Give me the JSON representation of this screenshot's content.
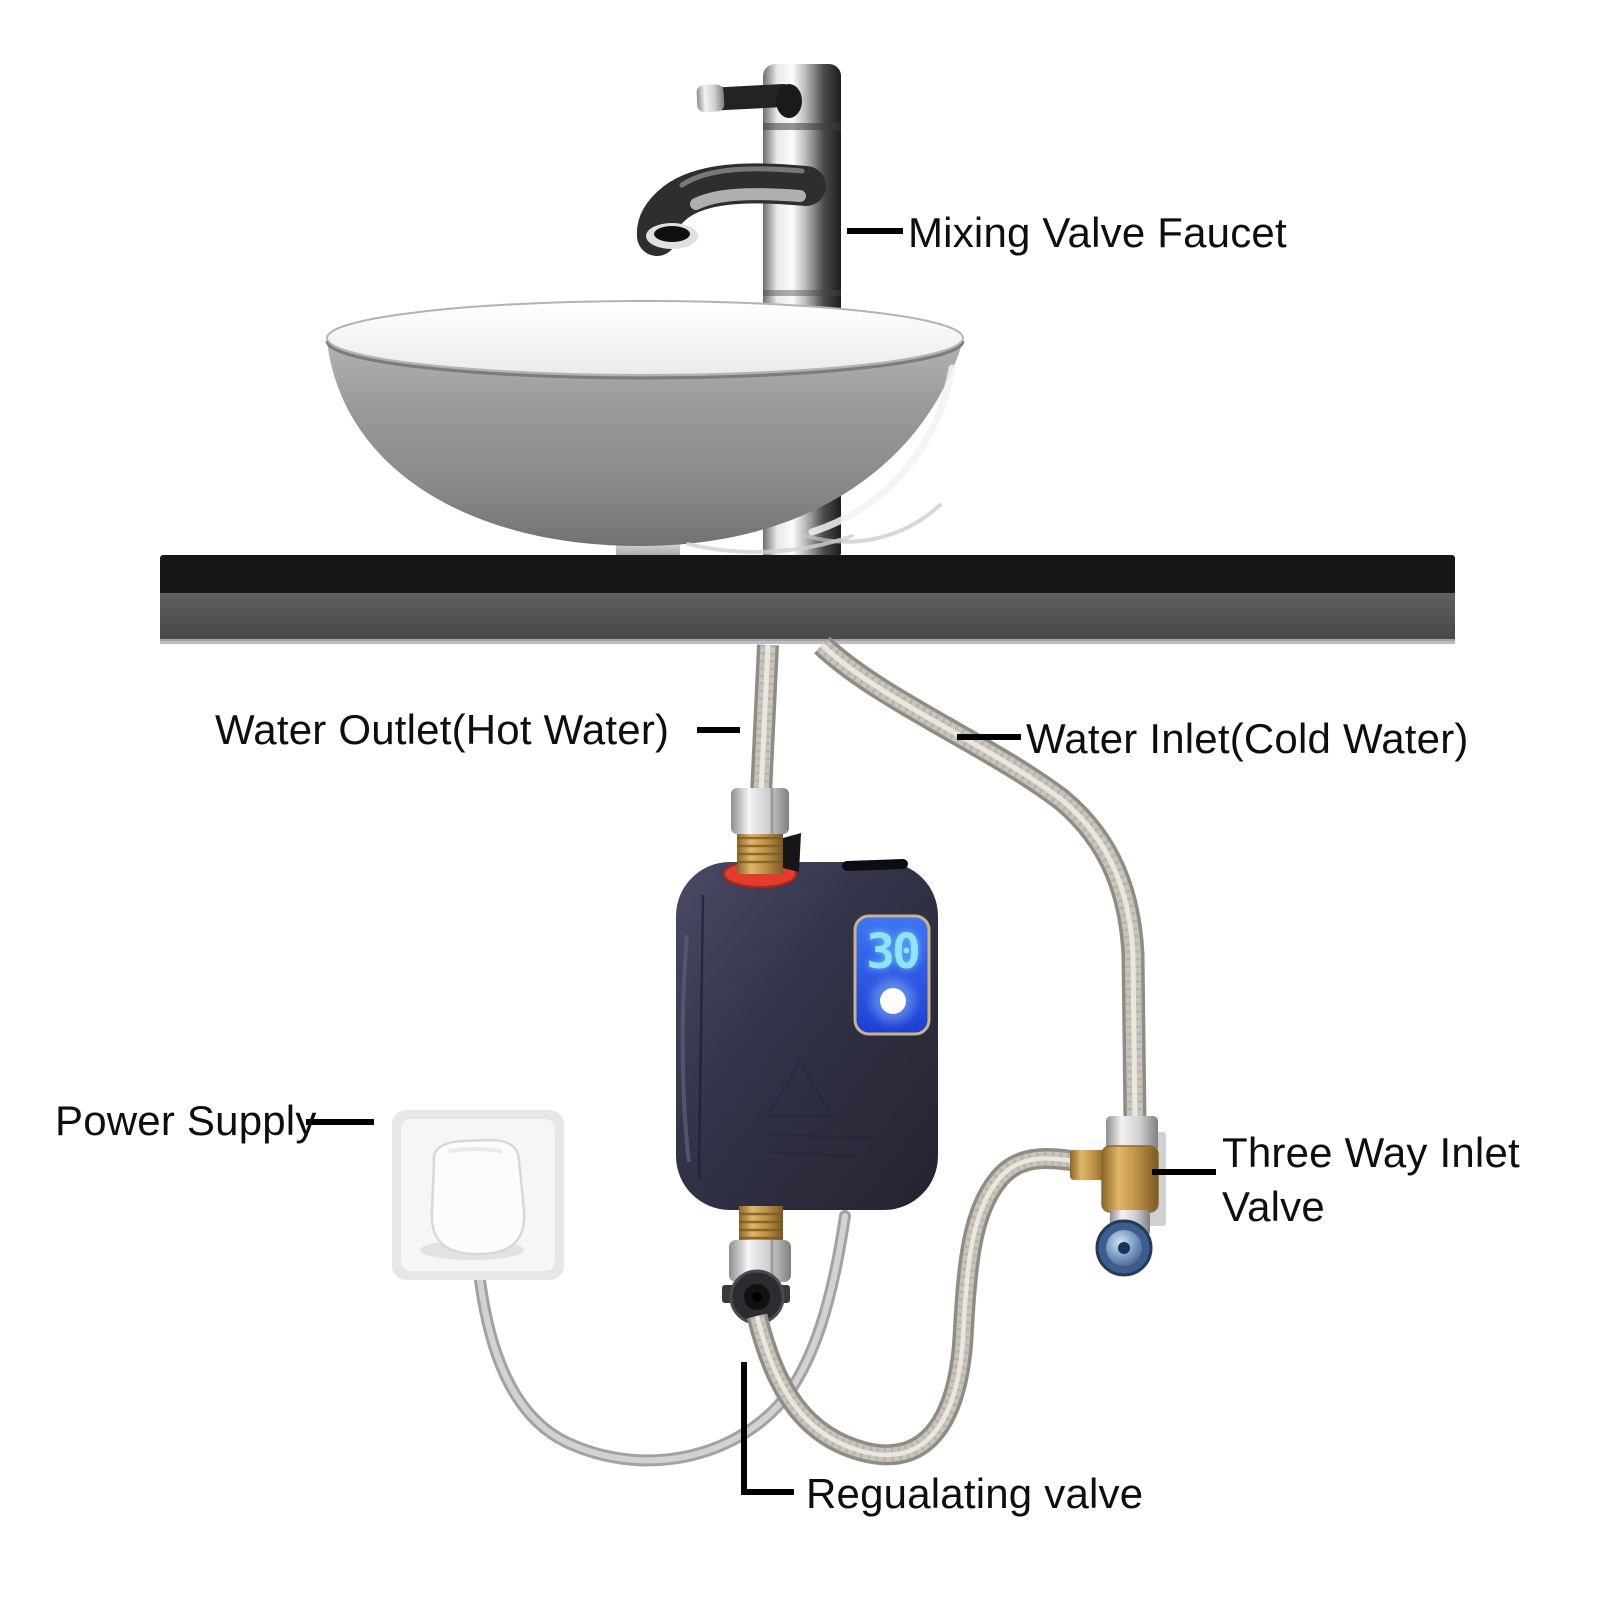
{
  "diagram": {
    "background_color": "#ffffff",
    "label_text_color": "#0e0e0e",
    "leader_line_color": "#000000",
    "labels": {
      "mixing_valve_faucet": "Mixing Valve Faucet",
      "water_outlet": "Water Outlet(Hot Water)",
      "water_inlet": "Water Inlet(Cold Water)",
      "power_supply": "Power Supply",
      "three_way_inlet_valve_line1": "Three Way Inlet",
      "three_way_inlet_valve_line2": "Valve",
      "regulating_valve": "Regualating valve"
    },
    "heater": {
      "display_value": "30",
      "display_background": "#2b55e8",
      "display_digit_color": "#8fe3fb",
      "display_border_color": "#c9b387",
      "body_color": "#34344a",
      "seal_color": "#e8392b",
      "brass_color": "#c0944a"
    },
    "valve_knob_color": "#3d5d8f",
    "hose_color": "#c9c5bc",
    "countertop_color": "#17171a"
  }
}
